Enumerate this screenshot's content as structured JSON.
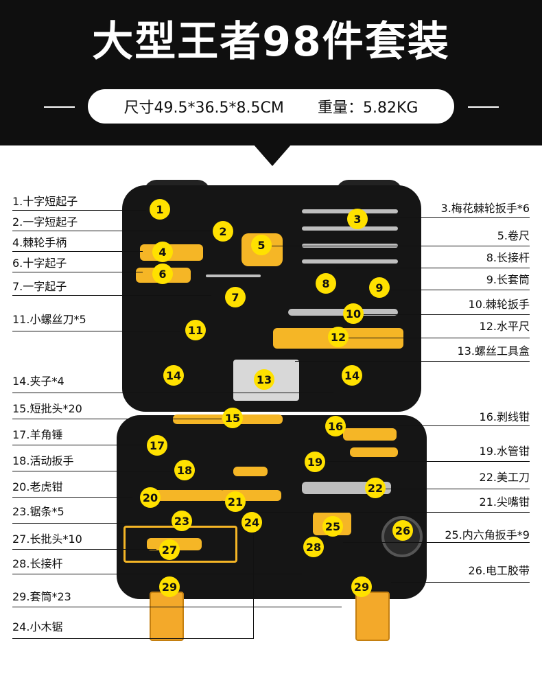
{
  "header": {
    "title": "大型王者98件套装",
    "size_text": "尺寸49.5*36.5*8.5CM",
    "weight_text": "重量：5.82KG"
  },
  "labels_left": [
    "1.十字短起子",
    "2.一字短起子",
    "4.棘轮手柄",
    "6.十字起子",
    "7.一字起子",
    "11.小螺丝刀*5",
    "14.夹子*4",
    "15.短批头*20",
    "17.羊角锤",
    "18.活动扳手",
    "20.老虎钳",
    "23.锯条*5",
    "27.长批头*10",
    "28.长接杆",
    "29.套筒*23",
    "24.小木锯"
  ],
  "labels_right": [
    "3.梅花棘轮扳手*6",
    "5.卷尺",
    "8.长接杆",
    "9.长套筒",
    "10.棘轮扳手",
    "12.水平尺",
    "13.螺丝工具盒",
    "16.剥线钳",
    "19.水管钳",
    "22.美工刀",
    "21.尖嘴钳",
    "25.内六角扳手*9",
    "26.电工胶带"
  ],
  "markers": [
    "1",
    "2",
    "3",
    "5",
    "4",
    "6",
    "8",
    "9",
    "7",
    "10",
    "11",
    "12",
    "14",
    "13",
    "14",
    "15",
    "16",
    "17",
    "19",
    "18",
    "22",
    "20",
    "21",
    "23",
    "24",
    "25",
    "26",
    "27",
    "28",
    "29",
    "29"
  ],
  "colors": {
    "marker": "#ffe100",
    "accent": "#f5b626",
    "case": "#151515"
  }
}
